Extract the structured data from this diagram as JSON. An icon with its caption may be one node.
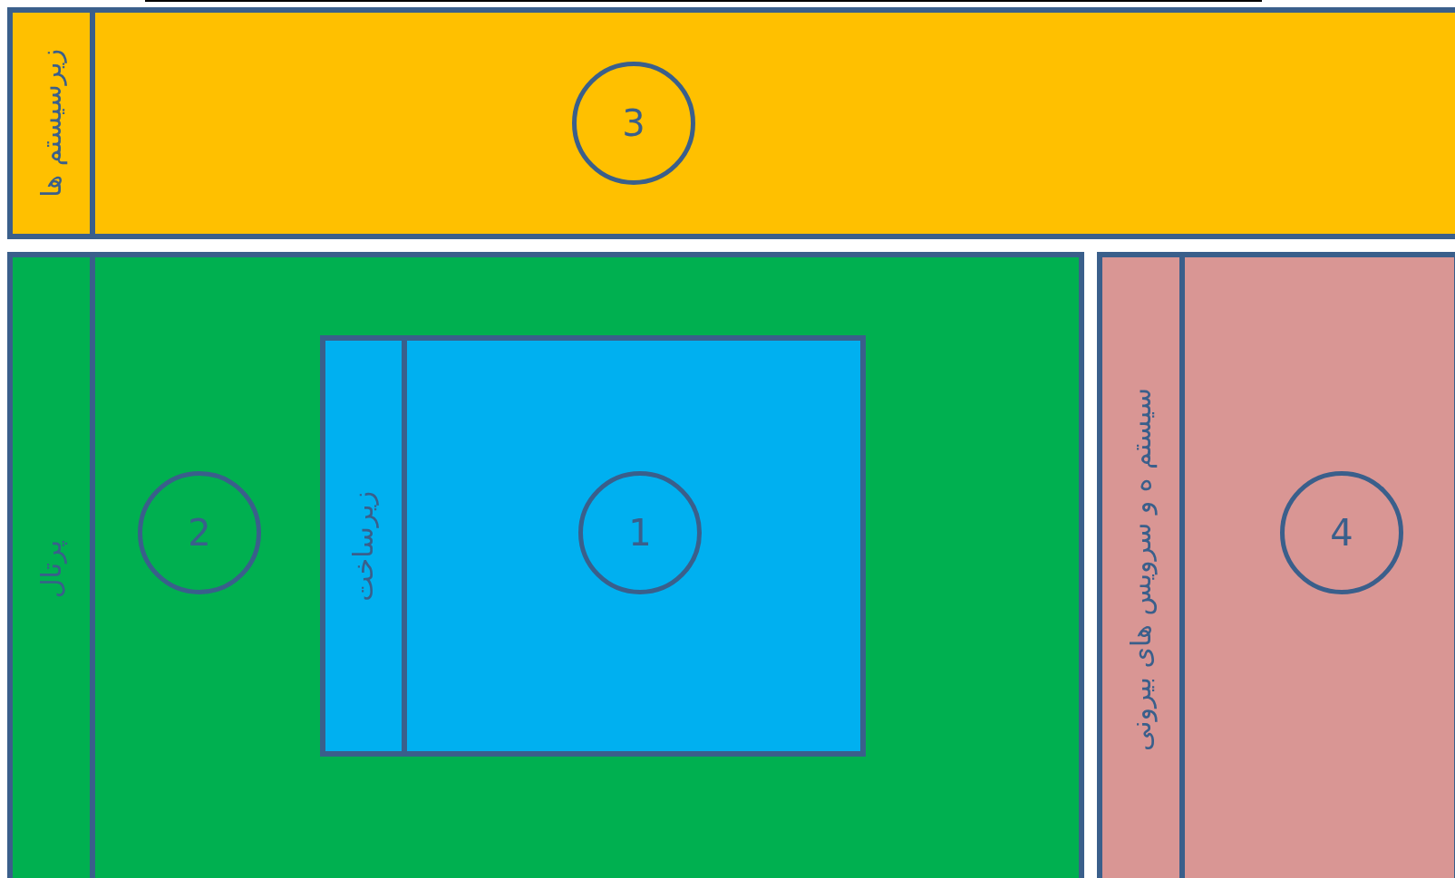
{
  "diagram": {
    "nodes": [
      {
        "text": [
          "زیرسیستم ها"
        ]
      },
      {
        "text": [
          "3"
        ],
        "in": 0
      },
      {
        "text": [
          "پرتال"
        ]
      },
      {
        "text": [
          "2"
        ],
        "in": 2
      },
      {
        "text": [
          "زیرساخت"
        ],
        "in": 2
      },
      {
        "text": [
          "1"
        ],
        "in": 4
      },
      {
        "text": [
          "سیستم ه و سرویس های بیرونی"
        ]
      },
      {
        "text": [
          "4"
        ],
        "in": 6
      }
    ]
  }
}
